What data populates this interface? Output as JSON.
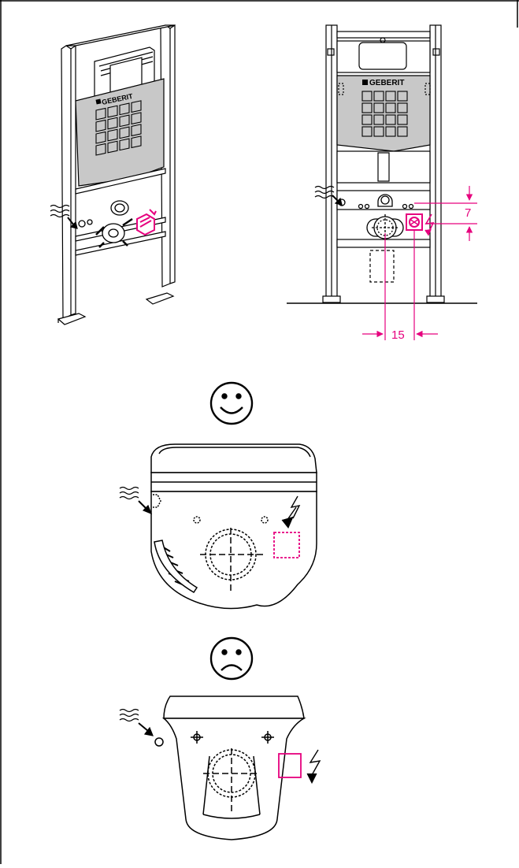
{
  "brand": {
    "logo_text": "GEBERIT"
  },
  "dimensions": {
    "horizontal": "15",
    "vertical": "7"
  },
  "faces": {
    "good": "smiling-face",
    "bad": "frowning-face"
  },
  "colors": {
    "accent": "#e6007e",
    "line": "#000000",
    "panel": "#c8c8c8"
  }
}
